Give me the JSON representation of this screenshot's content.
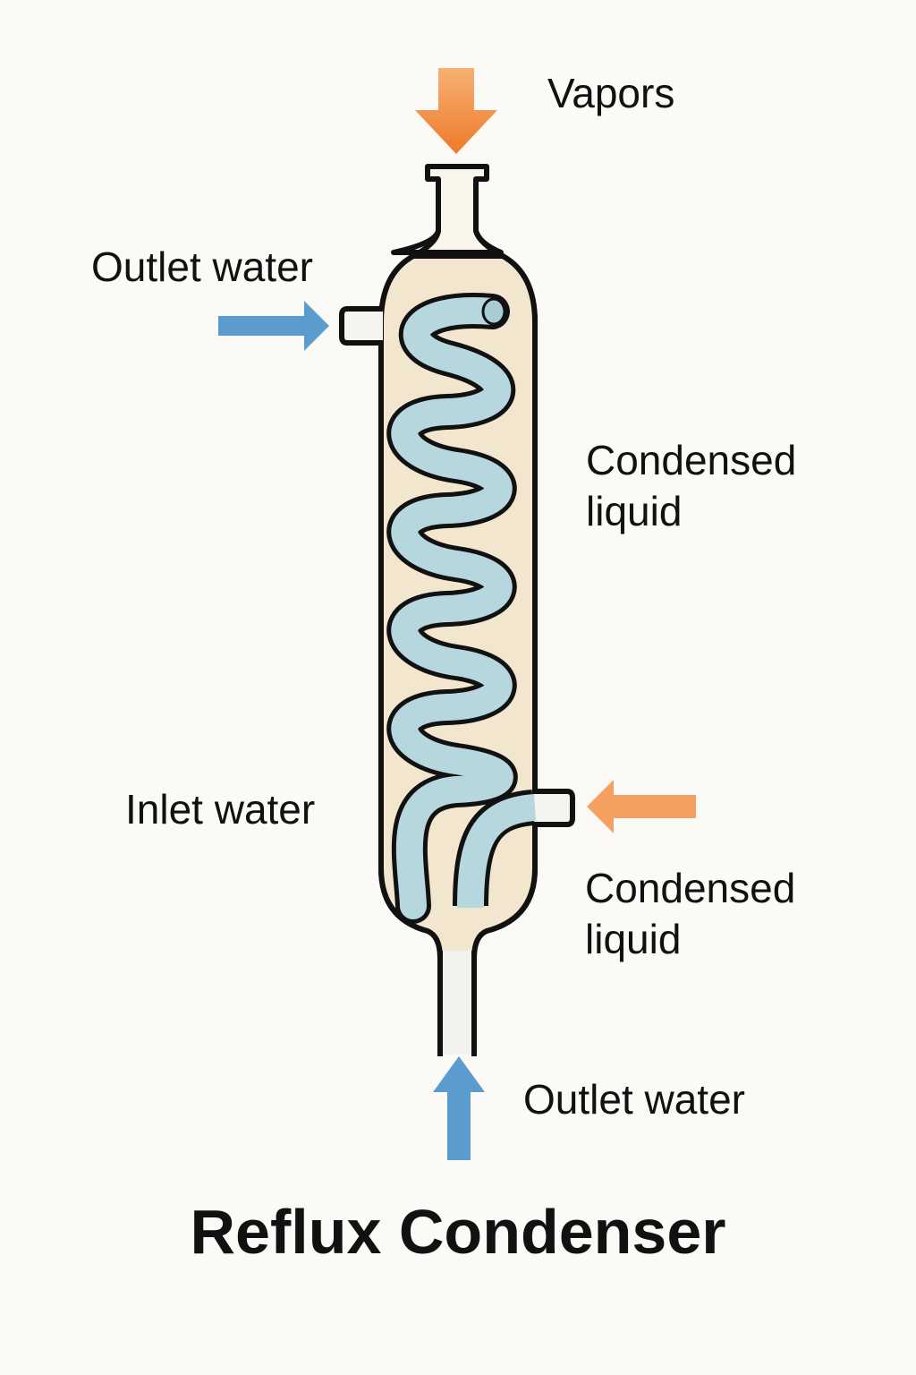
{
  "title": "Reflux Condenser",
  "labels": {
    "vapors": "Vapors",
    "outlet_water_top": "Outlet water",
    "condensed_liquid_top_line1": "Condensed",
    "condensed_liquid_top_line2": "liquid",
    "inlet_water": "Inlet water",
    "condensed_liquid_bottom_line1": "Condensed",
    "condensed_liquid_bottom_line2": "liquid",
    "outlet_water_bottom": "Outlet water"
  },
  "colors": {
    "vapor_arrow": "#f08a3c",
    "liquid_arrow": "#f4a060",
    "water_arrow": "#5b9ccf",
    "coil_fill": "#b7d7df",
    "jacket_fill": "#f3e6cf",
    "outline": "#111111",
    "background": "#fbfaf6"
  },
  "arrows": [
    {
      "name": "vapors-in",
      "direction": "down"
    },
    {
      "name": "outlet-water-top",
      "direction": "right"
    },
    {
      "name": "condensed-liquid-side",
      "direction": "left"
    },
    {
      "name": "outlet-water-bottom",
      "direction": "up"
    }
  ]
}
